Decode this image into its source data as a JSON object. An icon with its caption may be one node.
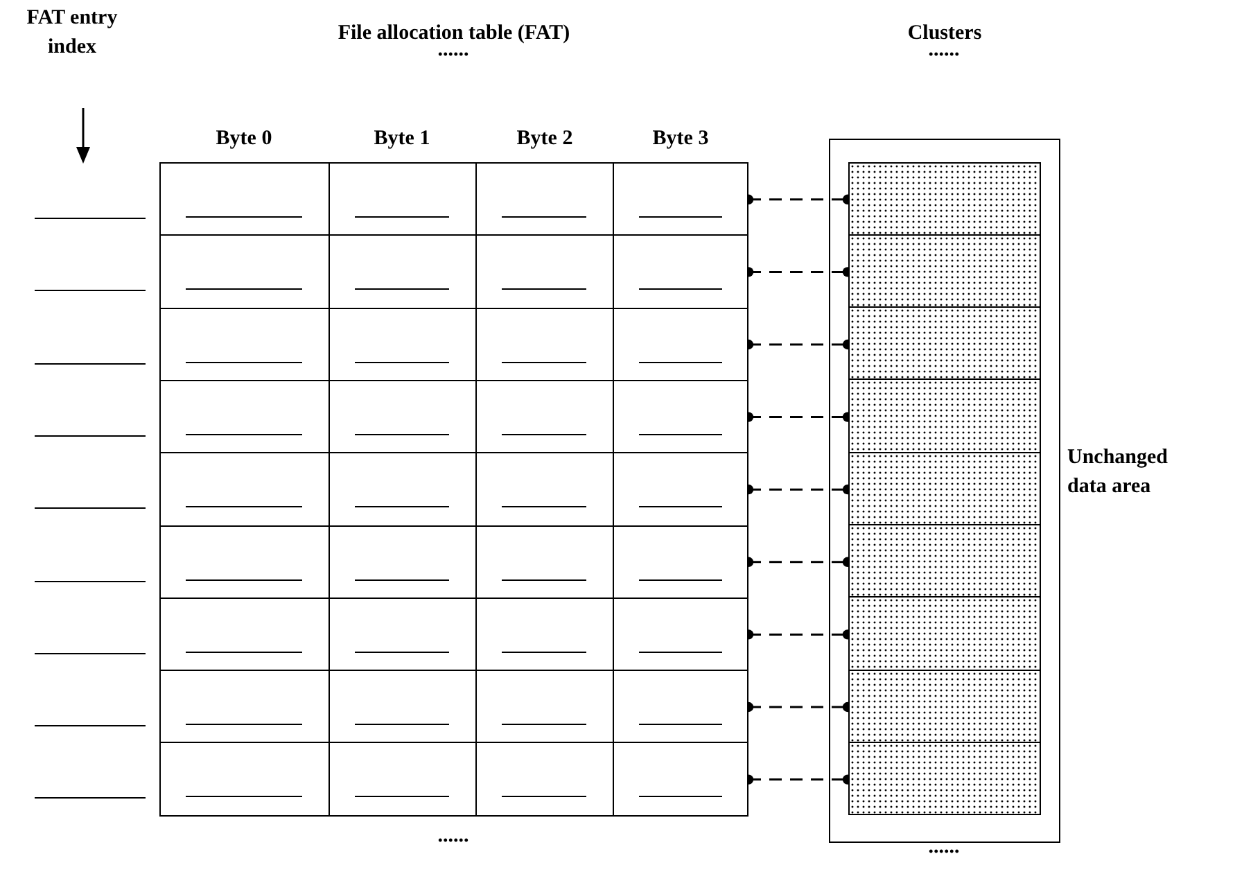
{
  "diagram": {
    "nodes": [
      {
        "text": [
          "File allocation table (FAT)"
        ]
      },
      {
        "text": [],
        "shape": "box",
        "in": 0
      },
      {
        "text": [],
        "shape": "box",
        "in": 0
      },
      {
        "text": [],
        "shape": "box",
        "in": 0
      },
      {
        "text": [],
        "shape": "box",
        "in": 0
      },
      {
        "text": [],
        "shape": "box",
        "in": 0
      },
      {
        "text": [],
        "shape": "box",
        "in": 0
      },
      {
        "text": [],
        "shape": "box",
        "in": 0
      },
      {
        "text": [],
        "shape": "box",
        "in": 0
      },
      {
        "text": [],
        "shape": "box",
        "in": 0
      },
      {
        "text": [
          "Clusters"
        ],
        "beside": [
          "Unchanged data area"
        ]
      },
      {
        "text": [],
        "shape": "box",
        "in": 10
      },
      {
        "text": [],
        "shape": "box",
        "in": 10
      },
      {
        "text": [],
        "shape": "box",
        "in": 10
      },
      {
        "text": [],
        "shape": "box",
        "in": 10
      },
      {
        "text": [],
        "shape": "box",
        "in": 10
      },
      {
        "text": [],
        "shape": "box",
        "in": 10
      },
      {
        "text": [],
        "shape": "box",
        "in": 10
      },
      {
        "text": [],
        "shape": "box",
        "in": 10
      },
      {
        "text": [],
        "shape": "box",
        "in": 10
      }
    ],
    "edges": [
      {
        "from": 1,
        "to": 11,
        "arrow": "other",
        "style": "dashed"
      },
      {
        "from": 2,
        "to": 12,
        "arrow": "other",
        "style": "dashed"
      },
      {
        "from": 3,
        "to": 13,
        "arrow": "other",
        "style": "dashed"
      },
      {
        "from": 4,
        "to": 14,
        "arrow": "other",
        "style": "dashed"
      },
      {
        "from": 5,
        "to": 15,
        "arrow": "other",
        "style": "dashed"
      },
      {
        "from": 6,
        "to": 16,
        "arrow": "other",
        "style": "dashed"
      },
      {
        "from": 7,
        "to": 17,
        "arrow": "other",
        "style": "dashed"
      },
      {
        "from": 8,
        "to": 18,
        "arrow": "other",
        "style": "dashed"
      },
      {
        "from": 9,
        "to": 19,
        "arrow": "other",
        "style": "dashed"
      }
    ],
    "labels": [
      "FAT entry index",
      "......",
      "Byte 0",
      "Byte 1",
      "Byte 2",
      "Byte 3",
      "......",
      "......",
      "......"
    ]
  }
}
